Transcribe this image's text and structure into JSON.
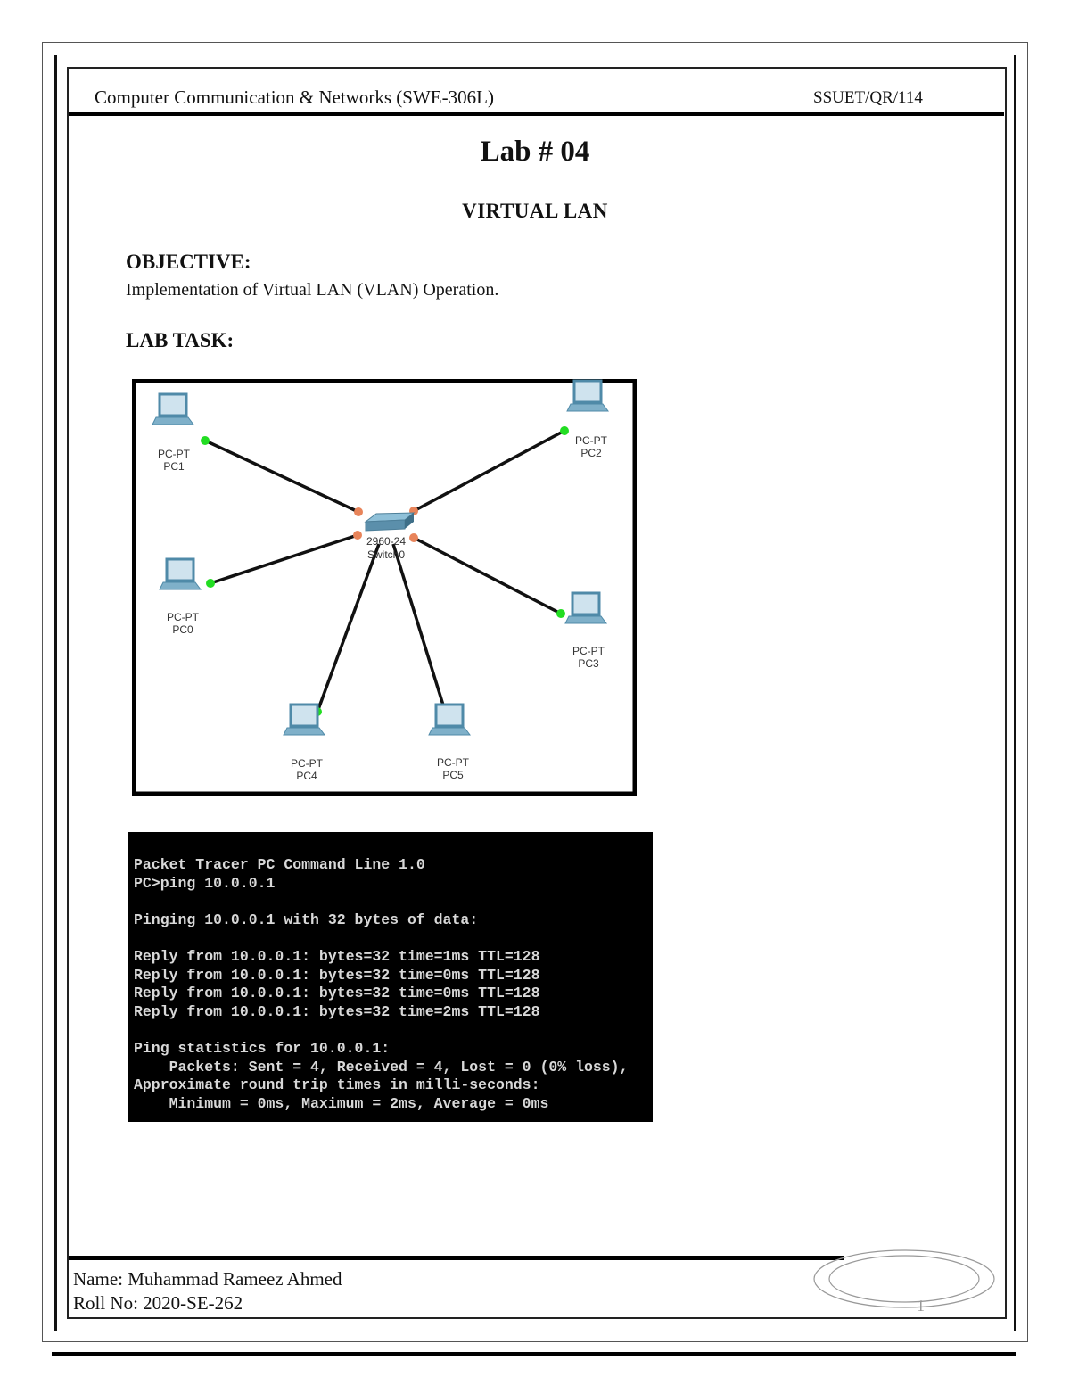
{
  "header": {
    "course": "Computer Communication & Networks (SWE-306L)",
    "code": "SSUET/QR/114"
  },
  "title": "Lab # 04",
  "subtitle": "VIRTUAL LAN",
  "objective": {
    "heading": "OBJECTIVE:",
    "text": "Implementation of Virtual LAN (VLAN) Operation."
  },
  "lab_task": {
    "heading": "LAB TASK:"
  },
  "topology": {
    "switch": {
      "model": "2960-24",
      "name": "Switch0"
    },
    "pcs": [
      {
        "type": "PC-PT",
        "name": "PC1"
      },
      {
        "type": "PC-PT",
        "name": "PC2"
      },
      {
        "type": "PC-PT",
        "name": "PC0"
      },
      {
        "type": "PC-PT",
        "name": "PC3"
      },
      {
        "type": "PC-PT",
        "name": "PC4"
      },
      {
        "type": "PC-PT",
        "name": "PC5"
      }
    ],
    "colors": {
      "link_up": "#22dd22",
      "switch_port": "#e8845a",
      "cable": "#111111"
    }
  },
  "terminal": {
    "lines": [
      "Packet Tracer PC Command Line 1.0",
      "PC>ping 10.0.0.1",
      "",
      "Pinging 10.0.0.1 with 32 bytes of data:",
      "",
      "Reply from 10.0.0.1: bytes=32 time=1ms TTL=128",
      "Reply from 10.0.0.1: bytes=32 time=0ms TTL=128",
      "Reply from 10.0.0.1: bytes=32 time=0ms TTL=128",
      "Reply from 10.0.0.1: bytes=32 time=2ms TTL=128",
      "",
      "Ping statistics for 10.0.0.1:",
      "    Packets: Sent = 4, Received = 4, Lost = 0 (0% loss),",
      "Approximate round trip times in milli-seconds:",
      "    Minimum = 0ms, Maximum = 2ms, Average = 0ms"
    ]
  },
  "footer": {
    "name": "Name: Muhammad Rameez Ahmed",
    "roll": "Roll No: 2020-SE-262",
    "page_number": "1"
  }
}
